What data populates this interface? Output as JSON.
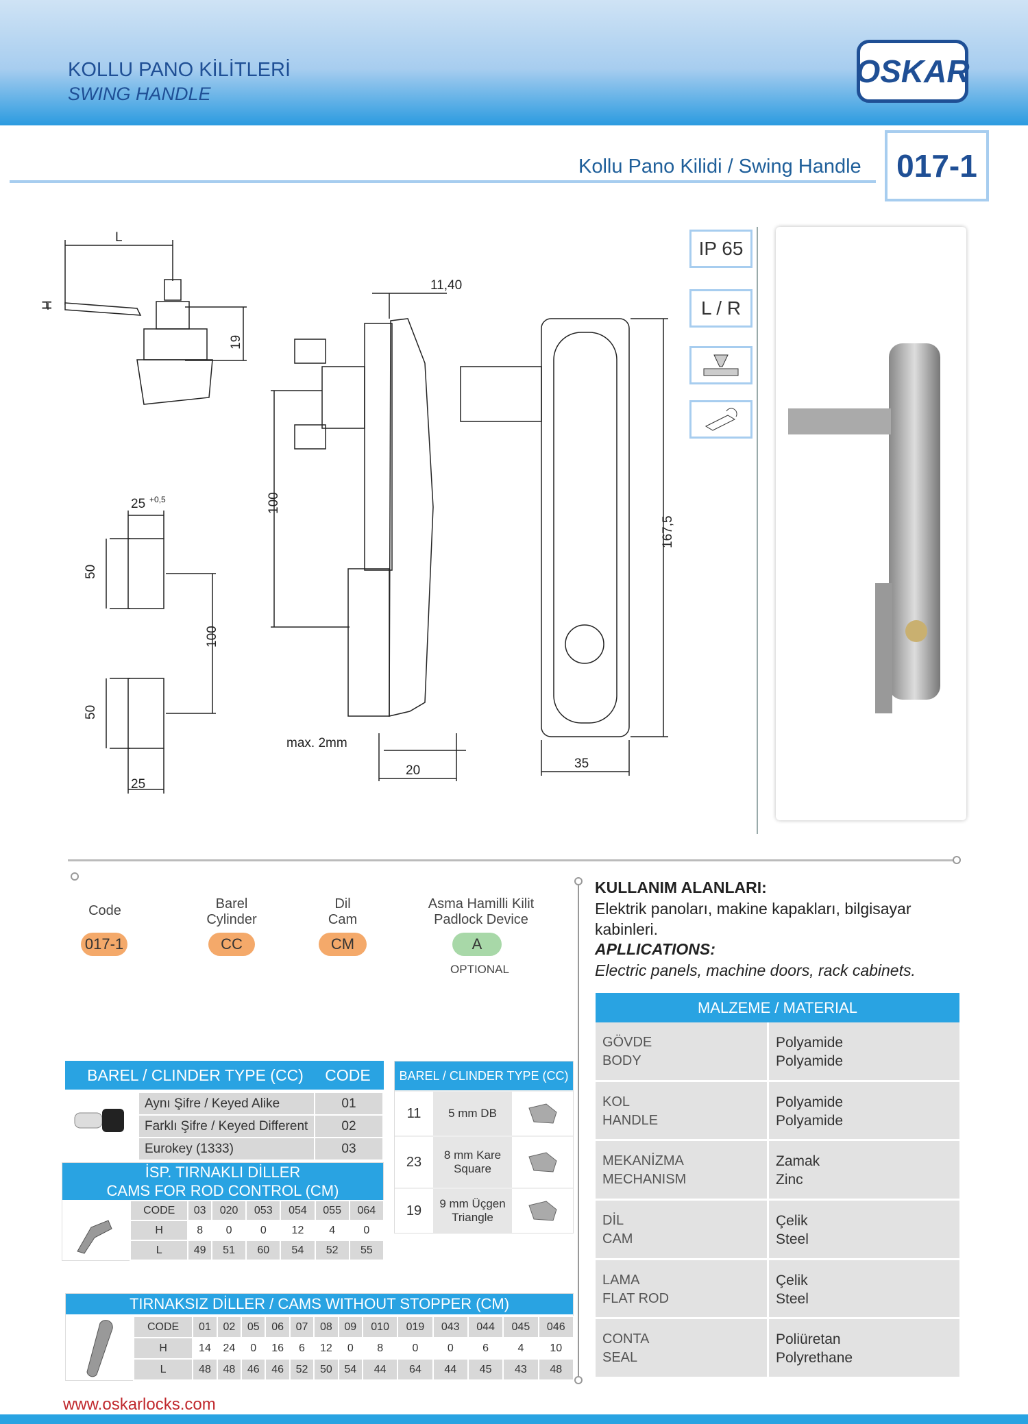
{
  "header": {
    "title": "KOLLU PANO KİLİTLERİ",
    "subtitle": "SWING HANDLE",
    "logo": "OSKAR"
  },
  "product": {
    "title": "Kollu Pano Kilidi / Swing Handle",
    "code": "017-1"
  },
  "features": [
    {
      "label": "IP 65"
    },
    {
      "label": "L / R"
    }
  ],
  "drawing": {
    "dimensions": {
      "L": "L",
      "H": "H",
      "d19": "19",
      "d1140": "11,40",
      "d100a": "100",
      "d1675": "167,5",
      "d35": "35",
      "d20": "20",
      "max": "max. 2mm",
      "w25a": "25",
      "w25b": "25",
      "tol": "+0,5",
      "h50a": "50",
      "h50b": "50",
      "d100b": "100"
    }
  },
  "ordering": [
    {
      "label1": "Code",
      "label2": "",
      "value": "017-1",
      "color": "#f4a96a"
    },
    {
      "label1": "Barel",
      "label2": "Cylinder",
      "value": "CC",
      "color": "#f4a96a"
    },
    {
      "label1": "Dil",
      "label2": "Cam",
      "value": "CM",
      "color": "#f4a96a"
    },
    {
      "label1": "Asma Hamilli Kilit",
      "label2": "Padlock Device",
      "value": "A",
      "color": "#a8d8a8",
      "note": "OPTIONAL"
    }
  ],
  "usage": {
    "tr_title": "KULLANIM ALANLARI:",
    "tr_text1": "Elektrik panoları, makine kapakları, bilgisayar",
    "tr_text2": "kabinleri.",
    "en_title": "APLLICATIONS:",
    "en_text": "Electric panels, machine doors, rack cabinets."
  },
  "material": {
    "title": "MALZEME / MATERIAL",
    "rows": [
      {
        "part_tr": "GÖVDE",
        "part_en": "BODY",
        "mat_tr": "Polyamide",
        "mat_en": "Polyamide"
      },
      {
        "part_tr": "KOL",
        "part_en": "HANDLE",
        "mat_tr": "Polyamide",
        "mat_en": "Polyamide"
      },
      {
        "part_tr": "MEKANİZMA",
        "part_en": "MECHANISM",
        "mat_tr": "Zamak",
        "mat_en": "Zinc"
      },
      {
        "part_tr": "DİL",
        "part_en": "CAM",
        "mat_tr": "Çelik",
        "mat_en": "Steel"
      },
      {
        "part_tr": "LAMA",
        "part_en": "FLAT ROD",
        "mat_tr": "Çelik",
        "mat_en": "Steel"
      },
      {
        "part_tr": "CONTA",
        "part_en": "SEAL",
        "mat_tr": "Poliüretan",
        "mat_en": "Polyrethane"
      }
    ]
  },
  "cylinder": {
    "title": "BAREL / CLINDER TYPE (CC)",
    "code_header": "CODE",
    "rows": [
      {
        "label": "Aynı Şifre  / Keyed Alike",
        "code": "01"
      },
      {
        "label": "Farklı Şifre / Keyed Different",
        "code": "02"
      },
      {
        "label": "Eurokey (1333)",
        "code": "03"
      }
    ]
  },
  "cylinder_type": {
    "title": "BAREL / CLINDER TYPE (CC)",
    "rows": [
      {
        "code": "11",
        "l1": "5 mm DB",
        "l2": ""
      },
      {
        "code": "23",
        "l1": "8 mm Kare",
        "l2": "Square"
      },
      {
        "code": "19",
        "l1": "9 mm Üçgen",
        "l2": "Triangle"
      }
    ]
  },
  "rod_cams": {
    "title1": "İSP. TIRNAKLI DİLLER",
    "title2": "CAMS FOR ROD CONTROL (CM)",
    "code": [
      "CODE",
      "03",
      "020",
      "053",
      "054",
      "055",
      "064"
    ],
    "H": [
      "H",
      "8",
      "0",
      "0",
      "12",
      "4",
      "0"
    ],
    "L": [
      "L",
      "49",
      "51",
      "60",
      "54",
      "52",
      "55"
    ]
  },
  "plain_cams": {
    "title": "TIRNAKSIZ DİLLER / CAMS WITHOUT STOPPER (CM)",
    "code": [
      "CODE",
      "01",
      "02",
      "05",
      "06",
      "07",
      "08",
      "09",
      "010",
      "019",
      "043",
      "044",
      "045",
      "046"
    ],
    "H": [
      "H",
      "14",
      "24",
      "0",
      "16",
      "6",
      "12",
      "0",
      "8",
      "0",
      "0",
      "6",
      "4",
      "10"
    ],
    "L": [
      "L",
      "48",
      "48",
      "46",
      "46",
      "52",
      "50",
      "54",
      "44",
      "64",
      "44",
      "45",
      "43",
      "48"
    ]
  },
  "footer": {
    "url": "www.oskarlocks.com"
  }
}
